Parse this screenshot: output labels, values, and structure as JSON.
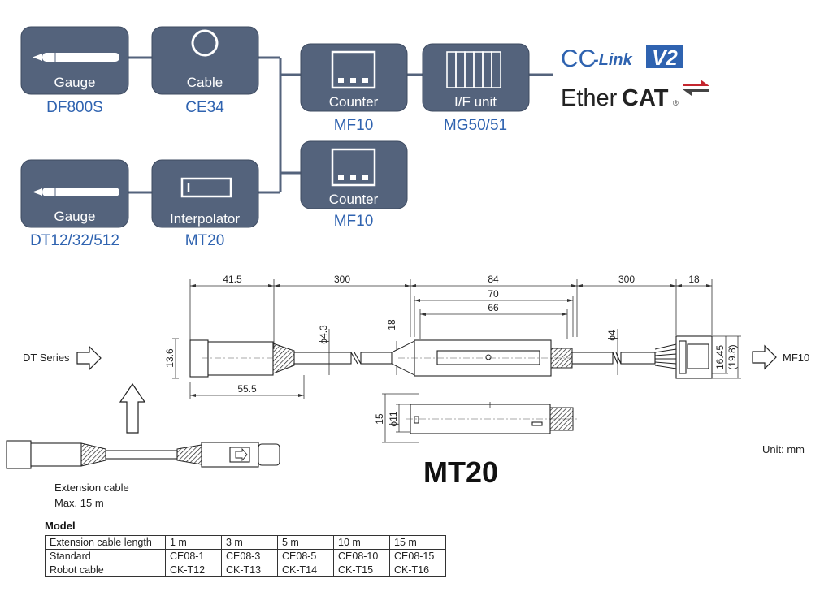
{
  "system": {
    "row1": [
      {
        "name": "Gauge",
        "model": "DF800S"
      },
      {
        "name": "Cable",
        "model": "CE34"
      },
      {
        "name": "Counter",
        "model": "MF10"
      },
      {
        "name": "I/F unit",
        "model": "MG50/51"
      }
    ],
    "row2": [
      {
        "name": "Gauge",
        "model": "DT12/32/512"
      },
      {
        "name": "Interpolator",
        "model": "MT20"
      },
      {
        "name": "Counter",
        "model": "MF10"
      }
    ],
    "networks": {
      "cclink_cc": "CC",
      "cclink_link": "-Link",
      "cclink_v2": "V2",
      "ethercat_ether": "Ether",
      "ethercat_cat": "CAT",
      "ethercat_reg": "®"
    },
    "colors": {
      "box": "#54637c",
      "box_border": "#3e4b61",
      "model_text": "#2f63b0",
      "cclink": "#2f63b0"
    }
  },
  "drawing": {
    "dims_top": [
      "41.5",
      "300",
      "84",
      "300",
      "18"
    ],
    "dim_70": "70",
    "dim_66": "66",
    "dim_55_5": "55.5",
    "dim_13_6": "13.6",
    "dim_phi4_3": "ϕ4.3",
    "dim_18": "18",
    "dim_phi4": "ϕ4",
    "dim_16_45": "16.45",
    "dim_19_8": "(19.8)",
    "dim_15": "15",
    "dim_phi11": "ϕ11",
    "label_left": "DT Series",
    "label_right": "MF10",
    "unit": "Unit: mm",
    "title": "MT20",
    "ext_cable_line1": "Extension cable",
    "ext_cable_line2": "Max. 15 m"
  },
  "model_table": {
    "title": "Model",
    "header": [
      "Extension cable length",
      "1 m",
      "3 m",
      "5 m",
      "10 m",
      "15 m"
    ],
    "rows": [
      [
        "Standard",
        "CE08-1",
        "CE08-3",
        "CE08-5",
        "CE08-10",
        "CE08-15"
      ],
      [
        "Robot cable",
        "CK-T12",
        "CK-T13",
        "CK-T14",
        "CK-T15",
        "CK-T16"
      ]
    ]
  }
}
